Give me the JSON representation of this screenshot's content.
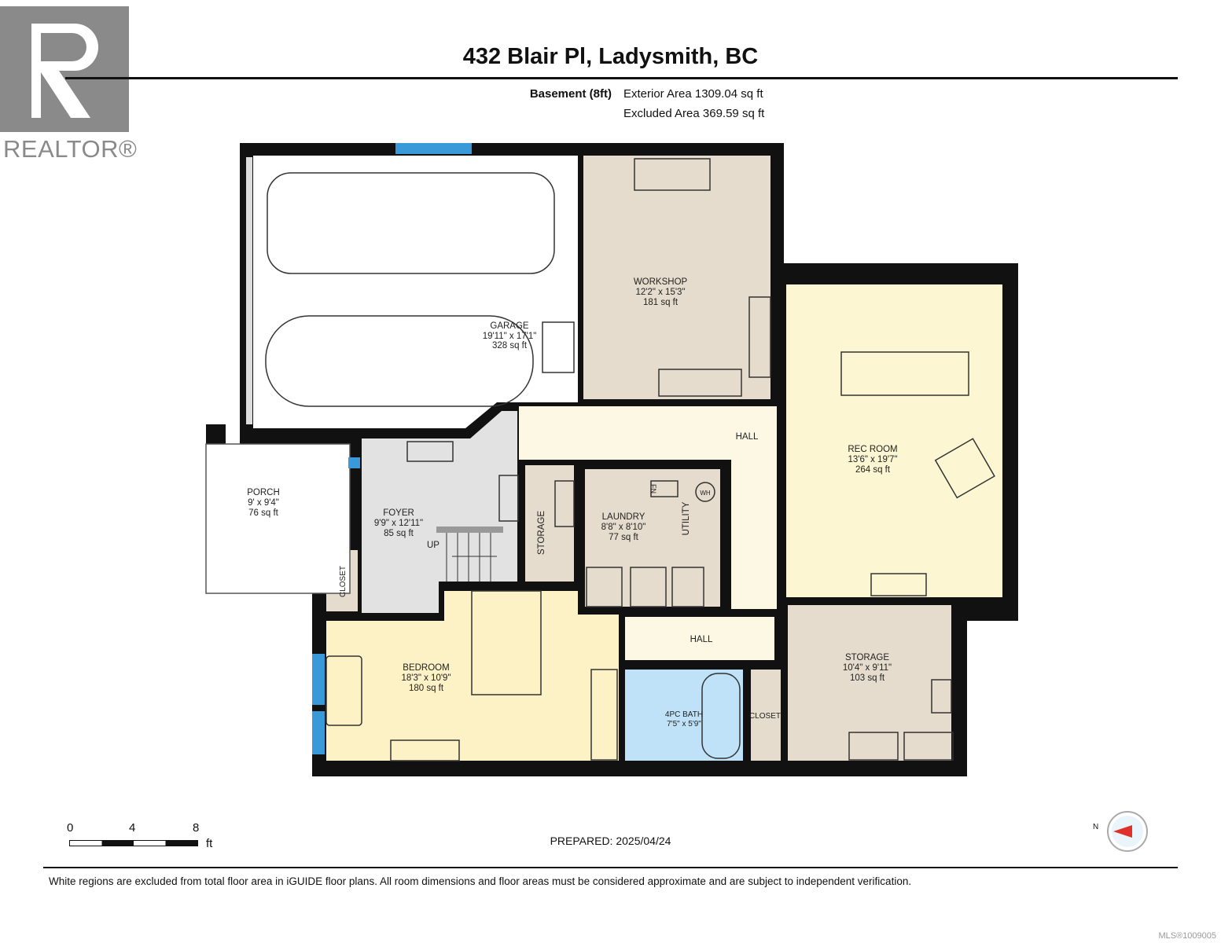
{
  "logo": {
    "text": "REALTOR®"
  },
  "header": {
    "title": "432 Blair Pl, Ladysmith, BC",
    "floor_name": "Basement (8ft)",
    "exterior_area": "Exterior Area 1309.04 sq ft",
    "excluded_area": "Excluded Area 369.59 sq ft"
  },
  "rooms": [
    {
      "name": "GARAGE",
      "dims": "19'11\" x 17'1\"",
      "area": "328 sq ft"
    },
    {
      "name": "WORKSHOP",
      "dims": "12'2\" x 15'3\"",
      "area": "181 sq ft"
    },
    {
      "name": "REC ROOM",
      "dims": "13'6\" x 19'7\"",
      "area": "264 sq ft"
    },
    {
      "name": "PORCH",
      "dims": "9' x 9'4\"",
      "area": "76 sq ft"
    },
    {
      "name": "FOYER",
      "dims": "9'9\" x 12'11\"",
      "area": "85 sq ft"
    },
    {
      "name": "LAUNDRY",
      "dims": "8'8\" x 8'10\"",
      "area": "77 sq ft"
    },
    {
      "name": "BEDROOM",
      "dims": "18'3\" x 10'9\"",
      "area": "180 sq ft"
    },
    {
      "name": "STORAGE",
      "dims": "10'4\" x 9'11\"",
      "area": "103 sq ft"
    },
    {
      "name": "4PC BATH",
      "dims": "7'5\" x 5'9\""
    }
  ],
  "labels": {
    "hall": "HALL",
    "storage": "STORAGE",
    "utility": "UTILITY",
    "closet": "CLOSET",
    "up": "UP",
    "furnace": "FN",
    "water_heater": "WH"
  },
  "colors": {
    "wall": "#111111",
    "garage": "#ffffff",
    "workshop": "#e6dccd",
    "hall": "#fcf8e3",
    "rec_room": "#fdf6d2",
    "foyer": "#e2e2e2",
    "bedroom": "#fdf1c6",
    "bath": "#bfe2f8",
    "window": "#3a9ad9"
  },
  "scale": {
    "ticks": [
      "0",
      "4",
      "8"
    ],
    "unit": "ft"
  },
  "compass": {
    "label": "N"
  },
  "footer": {
    "prepared": "PREPARED: 2025/04/24",
    "disclaimer": "White regions are excluded from total floor area in iGUIDE floor plans. All room dimensions and floor areas must be considered approximate and are subject to independent verification.",
    "mls": "MLS®1009005"
  }
}
